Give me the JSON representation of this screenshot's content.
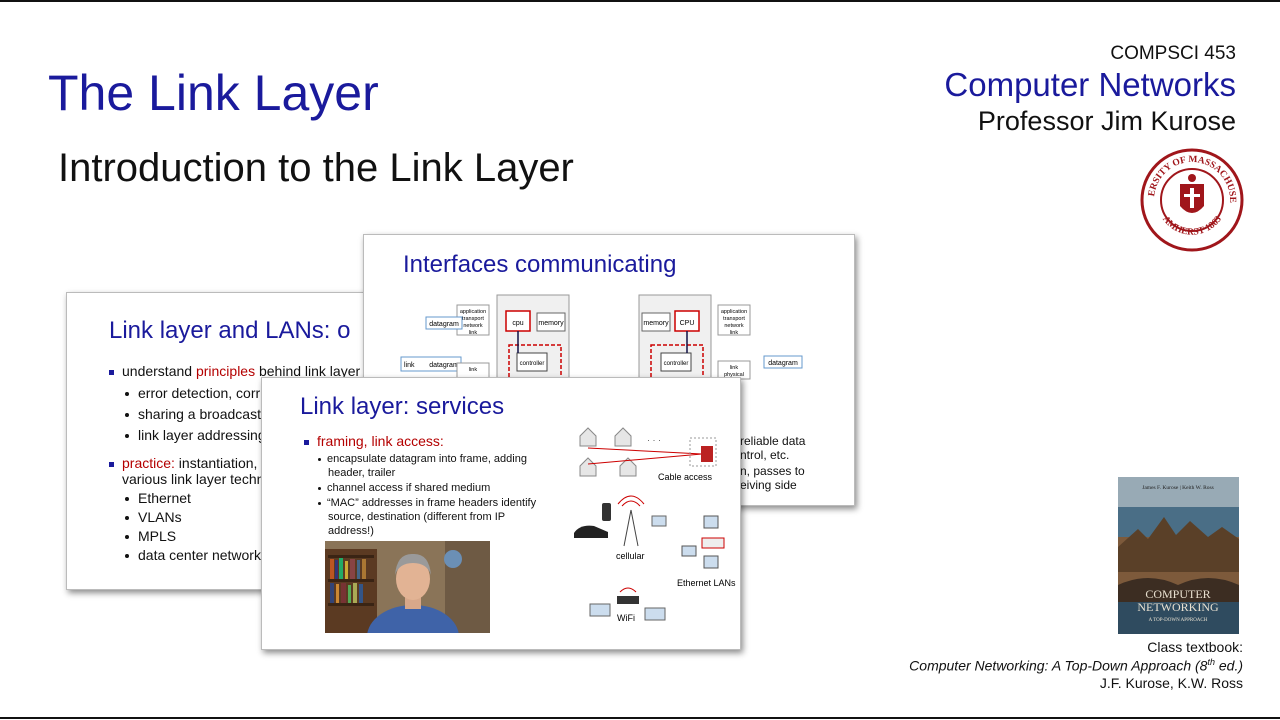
{
  "slide_title": "The Link Layer",
  "slide_subtitle": "Introduction to the Link Layer",
  "course": {
    "code": "COMPSCI 453",
    "name": "Computer Networks",
    "professor": "Professor Jim Kurose"
  },
  "seal": {
    "text_top": "UNIVERSITY OF MASSACHUSETTS",
    "text_bottom": "AMHERST 1863",
    "color": "#a0161b"
  },
  "thumb_lans": {
    "title": "Link layer and LANs: o",
    "b1_a": "understand ",
    "b1_b": "principles",
    "b1_c": " behind link layer",
    "sub1": [
      "error detection, corr",
      "sharing a broadcast",
      "link layer addressing"
    ],
    "b2_a": "practice:",
    "b2_b": " instantiation,",
    "b2_c": "various link layer techn",
    "sub2": [
      "Ethernet",
      "VLANs",
      "MPLS",
      "data center network"
    ]
  },
  "thumb_ifc": {
    "title": "Interfaces communicating",
    "labels": {
      "datagram": "datagram",
      "application": "application",
      "transport": "transport",
      "network": "network",
      "link": "link",
      "physical": "physical",
      "cpu_left": "cpu",
      "cpu_right": "CPU",
      "memory": "memory",
      "controller": "controller"
    },
    "right_text": [
      "reliable data",
      "ntrol, etc.",
      "n, passes to",
      "eiving side"
    ]
  },
  "thumb_svc": {
    "title": "Link layer: services",
    "b1": "framing, link access:",
    "items": [
      "encapsulate datagram into frame, adding",
      "header, trailer",
      "channel access if shared medium",
      "“MAC” addresses in frame headers identify",
      "source, destination (different from IP",
      "address!)"
    ],
    "net_labels": {
      "cable": "Cable access",
      "cellular": "cellular",
      "ethernet": "Ethernet LANs",
      "wifi": "WiFi",
      "ellipsis": "· · ·"
    }
  },
  "textbook": {
    "cover_authors": "James F. Kurose | Keith W. Ross",
    "cover_title_1": "COMPUTER",
    "cover_title_2": "NETWORKING",
    "cover_subtitle": "A TOP-DOWN APPROACH",
    "caption_1": "Class textbook:",
    "caption_2": "Computer Networking: A Top-Down Approach (8",
    "caption_2_sup": "th",
    "caption_2_end": " ed.)",
    "caption_3": "J.F. Kurose, K.W. Ross"
  },
  "colors": {
    "title_blue": "#1a1a9c",
    "accent_red": "#b40000"
  }
}
